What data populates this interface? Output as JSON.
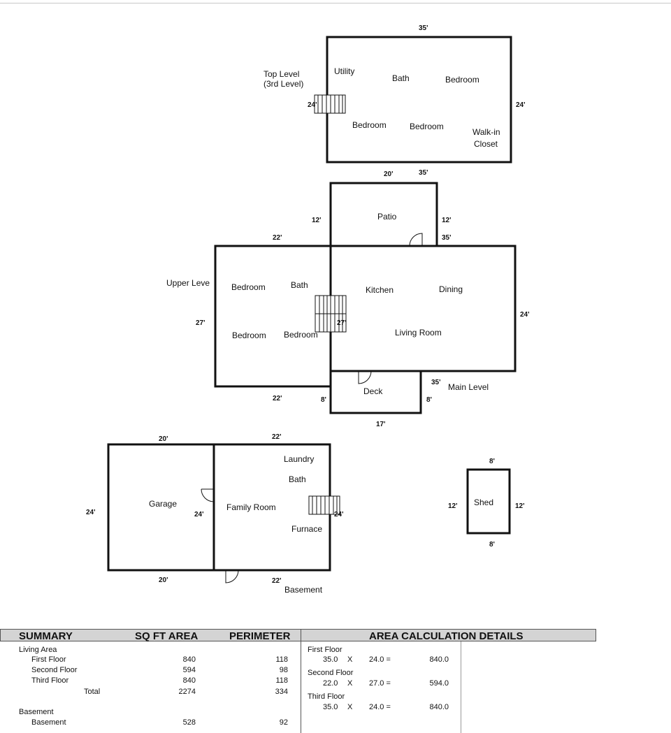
{
  "levels": {
    "top": "Top Level\n(3rd Level)",
    "upper": "Upper Leve",
    "main": "Main Level",
    "basement": "Basement"
  },
  "rooms": {
    "top": [
      "Utility",
      "Bath",
      "Bedroom",
      "Bedroom",
      "Bedroom",
      "Walk-in",
      "Closet"
    ],
    "patio": "Patio",
    "upper": [
      "Bedroom",
      "Bath",
      "Bedroom",
      "Bedroom"
    ],
    "main": [
      "Kitchen",
      "Dining",
      "Living Room"
    ],
    "deck": "Deck",
    "garage": "Garage",
    "basement": [
      "Family Room",
      "Laundry",
      "Bath",
      "Furnace"
    ],
    "shed": "Shed"
  },
  "dims": {
    "top": {
      "top": "35'",
      "right": "24'",
      "left": "24'",
      "bottom_a": "20'",
      "bottom_b": "35'"
    },
    "patio": {
      "left": "12'",
      "right": "12'"
    },
    "upper": {
      "top": "22'",
      "left": "27'",
      "bottom": "22'",
      "stair": "27'"
    },
    "main": {
      "top": "35'",
      "right": "24'",
      "bottom": "35'"
    },
    "deck": {
      "left": "8'",
      "right": "8'",
      "bottom": "17'"
    },
    "garage": {
      "top": "20'",
      "left": "24'",
      "right": "24'",
      "bottom": "20'"
    },
    "basement": {
      "top": "22'",
      "right": "24'",
      "bottom": "22'"
    },
    "shed": {
      "top": "8'",
      "left": "12'",
      "right": "12'",
      "bottom": "8'"
    }
  },
  "summary": {
    "headers": {
      "summary": "SUMMARY",
      "area": "SQ FT AREA",
      "perimeter": "PERIMETER",
      "details": "AREA CALCULATION DETAILS"
    },
    "living_area_label": "Living Area",
    "rows": [
      {
        "name": "First Floor",
        "area": "840",
        "perimeter": "118"
      },
      {
        "name": "Second Floor",
        "area": "594",
        "perimeter": "98"
      },
      {
        "name": "Third Floor",
        "area": "840",
        "perimeter": "118"
      }
    ],
    "total": {
      "name": "Total",
      "area": "2274",
      "perimeter": "334"
    },
    "basement_label": "Basement",
    "basement_row": {
      "name": "Basement",
      "area": "528",
      "perimeter": "92"
    },
    "details": [
      {
        "floor": "First Floor",
        "a": "35.0",
        "x": "X",
        "b": "24.0 =",
        "result": "840.0"
      },
      {
        "floor": "Second Floor",
        "a": "22.0",
        "x": "X",
        "b": "27.0 =",
        "result": "594.0"
      },
      {
        "floor": "Third Floor",
        "a": "35.0",
        "x": "X",
        "b": "24.0 =",
        "result": "840.0"
      }
    ]
  }
}
